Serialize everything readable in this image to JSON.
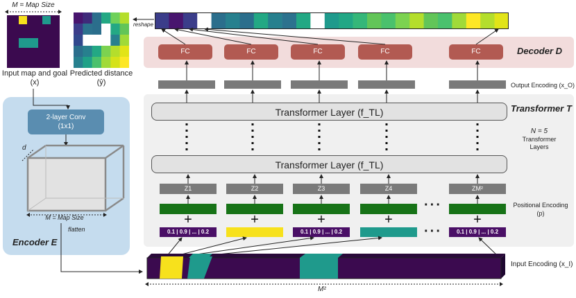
{
  "input_map": {
    "dim_label": "M = Map Size",
    "caption": "Input map and goal (x)",
    "colors": {
      "bg": "#3b0a4f",
      "goal": "#f7e11c",
      "wall": "#1f9a8c"
    }
  },
  "predicted": {
    "caption": "Predicted distance (ŷ)",
    "colors": [
      "#48156e",
      "#3f2a7a",
      "#2b6e8c",
      "#23a884",
      "#6fd15a",
      "#b4de2c",
      "#3b3d8a",
      "#2c728e",
      "#2b6e8c",
      "#ffffff",
      "#23a884",
      "#62c558",
      "#31488d",
      "#ffffff",
      "#ffffff",
      "#ffffff",
      "#27808e",
      "#a0da39",
      "#2b6e8c",
      "#27808e",
      "#23a884",
      "#7cd250",
      "#b4de2c",
      "#e2e418",
      "#27808e",
      "#1fa187",
      "#4ac16d",
      "#a0da39",
      "#d5e21a",
      "#fde725"
    ]
  },
  "reshape_label": "reshape",
  "output_strip": {
    "colors": [
      "#3b3d8a",
      "#48156e",
      "#3b3d8a",
      "#ffffff",
      "#2b6e8c",
      "#27808e",
      "#2b6e8c",
      "#23a884",
      "#27808e",
      "#2c728e",
      "#23a884",
      "#ffffff",
      "#1f9a8c",
      "#22a785",
      "#35b779",
      "#62c558",
      "#4ac16d",
      "#7cd250",
      "#b4de2c",
      "#62c558",
      "#4ac16d",
      "#a0da39",
      "#fde725",
      "#b4de2c",
      "#e2e418"
    ]
  },
  "decoder": {
    "title": "Decoder D",
    "fc_label": "FC"
  },
  "output_encoding_label": "Output Encoding (x_O)",
  "transformer": {
    "title": "Transformer T",
    "layer_label": "Transformer Layer (f_TL)",
    "n_label": "N = 5",
    "n_sub": "Transformer Layers"
  },
  "z_labels": [
    "Z1",
    "Z2",
    "Z3",
    "Z4",
    "ZM²"
  ],
  "positional_label": "Positional Encoding (p)",
  "value_label": "0.1 | 0.9 | ... | 0.2",
  "token_colors": [
    "#4a0f66",
    "#f7e11c",
    "#4a0f66",
    "#1f9a8c",
    "#4a0f66"
  ],
  "encoder": {
    "title": "Encoder E",
    "conv_label_1": "2-layer Conv",
    "conv_label_2": "(1x1)",
    "d_label": "d",
    "size_label": "M = Map Size",
    "flatten_label": "flatten"
  },
  "input_encoding_label": "Input Encoding (x_I)",
  "m2_label": "M²"
}
